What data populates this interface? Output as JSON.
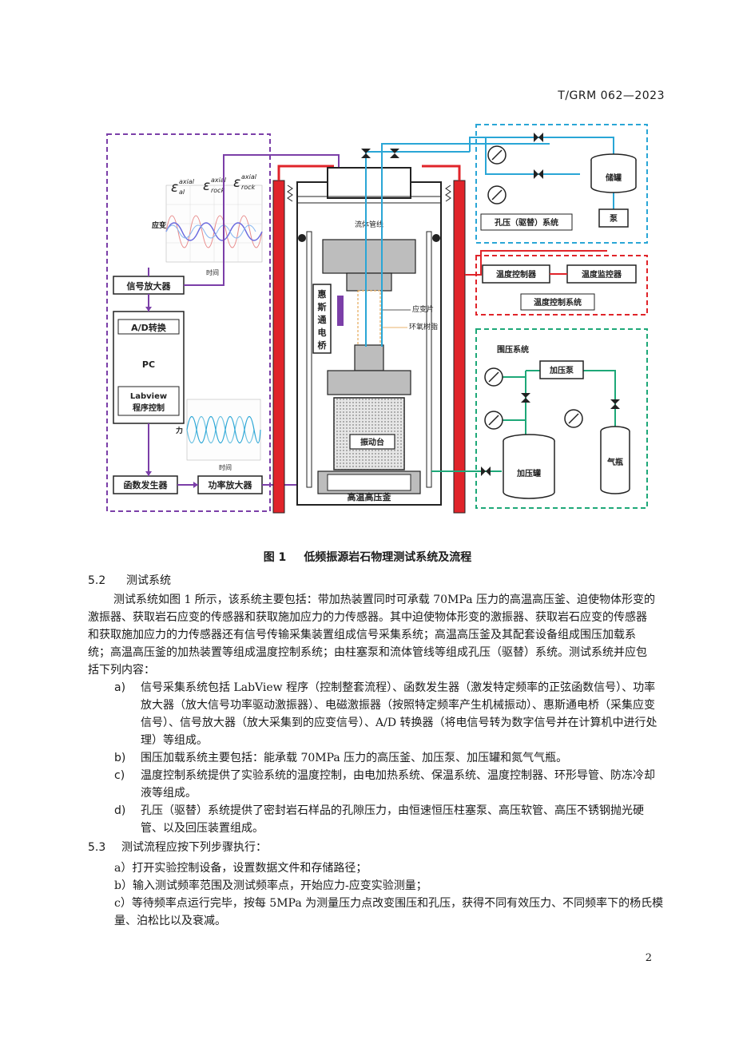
{
  "header": {
    "doc_code": "T/GRM 062—2023"
  },
  "figure": {
    "caption_num": "图 1",
    "caption_text": "低频振源岩石物理测试系统及流程",
    "labels": {
      "signal_amp": "信号放大器",
      "ad_convert": "A/D转换",
      "pc": "PC",
      "labview_1": "Labview",
      "labview_2": "程序控制",
      "func_gen": "函数发生器",
      "power_amp": "功率放大器",
      "strain_axis": "应变",
      "time_axis": "时间",
      "force_axis": "力",
      "time_axis2": "时间",
      "eps_al": "ε",
      "eps_al_sup": "axial",
      "eps_al_sub": "al",
      "eps_rock": "ε",
      "eps_rock_sup": "axial",
      "eps_rock_sub": "rock",
      "eps_rock2": "ε",
      "eps_rock2_sup": "axial",
      "eps_rock2_sub": "rock",
      "fluid_line": "流体管线",
      "wheatstone": [
        "惠",
        "斯",
        "通",
        "电",
        "桥"
      ],
      "strain_gauge": "应变片",
      "epoxy": "环氧树脂",
      "shaker": "振动台",
      "vessel": "高温高压釜",
      "storage": "储罐",
      "pump": "泵",
      "pore_system": "孔压（驱替）系统",
      "temp_controller": "温度控制器",
      "temp_monitor": "温度监控器",
      "temp_system": "温度控制系统",
      "conf_system": "围压系统",
      "boost_pump": "加压泵",
      "pressure_tank": "加压罐",
      "gas_cylinder": "气瓶"
    },
    "colors": {
      "purple": "#7b3fa8",
      "blue": "#2aa6d6",
      "red": "#e0242a",
      "green": "#1ea878",
      "dark": "#222222"
    }
  },
  "section_52": {
    "num": "5.2",
    "title": "测试系统"
  },
  "para_52": "测试系统如图 1 所示，该系统主要包括：带加热装置同时可承载 70MPa 压力的高温高压釜、迫使物体形变的激振器、获取岩石应变的传感器和获取施加应力的力传感器。其中迫使物体形变的激振器、获取岩石应变的传感器和获取施加应力的力传感器还有信号传输采集装置组成信号采集系统；高温高压釜及其配套设备组成围压加载系统；高温高压釜的加热装置等组成温度控制系统；由柱塞泵和流体管线等组成孔压（驱替）系统。测试系统并应包括下列内容：",
  "items_52": [
    {
      "label": "a)",
      "text": "信号采集系统包括 LabView 程序（控制整套流程）、函数发生器（激发特定频率的正弦函数信号）、功率放大器（放大信号功率驱动激振器）、电磁激振器（按照特定频率产生机械振动）、惠斯通电桥（采集应变信号）、信号放大器（放大采集到的应变信号）、A/D 转换器（将电信号转为数字信号并在计算机中进行处理）等组成。"
    },
    {
      "label": "b)",
      "text": "围压加载系统主要包括：能承载 70MPa 压力的高压釜、加压泵、加压罐和氮气气瓶。"
    },
    {
      "label": "c)",
      "text": "温度控制系统提供了实验系统的温度控制，由电加热系统、保温系统、温度控制器、环形导管、防冻冷却液等组成。"
    },
    {
      "label": "d)",
      "text": "孔压（驱替）系统提供了密封岩石样品的孔隙压力，由恒速恒压柱塞泵、高压软管、高压不锈钢抛光硬管、以及回压装置组成。"
    }
  ],
  "section_53": {
    "num": "5.3",
    "title": "测试流程应按下列步骤执行："
  },
  "steps_53": [
    "a）打开实验控制设备，设置数据文件和存储路径；",
    "b）输入测试频率范围及测试频率点，开始应力-应变实验测量；",
    "c）等待频率点运行完毕，按每 5MPa 为测量压力点改变围压和孔压，获得不同有效压力、不同频率下的杨氏模量、泊松比以及衰减。"
  ],
  "page_number": "2"
}
